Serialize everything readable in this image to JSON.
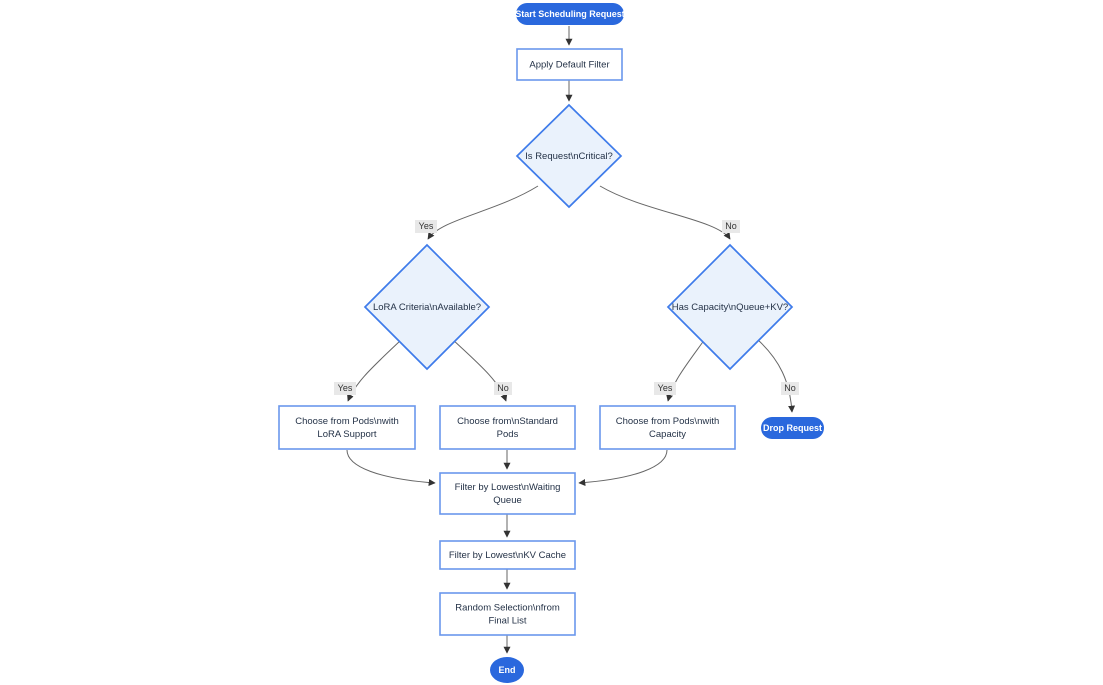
{
  "diagram": {
    "type": "flowchart",
    "direction": "top-down",
    "colors": {
      "background": "#ffffff",
      "pill_fill": "#2a68dd",
      "pill_text": "#ffffff",
      "diamond_fill": "#eaf2fc",
      "diamond_border": "#3e7bea",
      "box_fill": "#ffffff",
      "box_border": "#6a97ec",
      "node_text": "#243247",
      "edge_line": "#666666",
      "arrowhead": "#333333",
      "edge_label_text": "#333333",
      "edge_label_bg": "#e8e8e8"
    },
    "nodes": {
      "start": {
        "type": "pill",
        "label": "Start Scheduling Request",
        "lines": [
          "Start Scheduling Request"
        ]
      },
      "apply_filter": {
        "type": "rect",
        "label": "Apply Default Filter",
        "lines": [
          "Apply Default Filter"
        ]
      },
      "is_critical": {
        "type": "diamond",
        "label": "Is Request\\nCritical?",
        "lines": [
          "Is Request\\nCritical?"
        ]
      },
      "lora_available": {
        "type": "diamond",
        "label": "LoRA Criteria\\nAvailable?",
        "lines": [
          "LoRA Criteria\\nAvailable?"
        ]
      },
      "has_capacity": {
        "type": "diamond",
        "label": "Has Capacity\\nQueue+KV?",
        "lines": [
          "Has Capacity\\nQueue+KV?"
        ]
      },
      "choose_lora": {
        "type": "rect",
        "label": "Choose from Pods\\nwith LoRA Support",
        "lines": [
          "Choose from Pods\\nwith",
          "LoRA Support"
        ]
      },
      "choose_standard": {
        "type": "rect",
        "label": "Choose from\\nStandard Pods",
        "lines": [
          "Choose from\\nStandard",
          "Pods"
        ]
      },
      "choose_capacity": {
        "type": "rect",
        "label": "Choose from Pods\\nwith Capacity",
        "lines": [
          "Choose from Pods\\nwith",
          "Capacity"
        ]
      },
      "drop_request": {
        "type": "pill",
        "label": "Drop Request",
        "lines": [
          "Drop Request"
        ]
      },
      "filter_waiting": {
        "type": "rect",
        "label": "Filter by Lowest\\nWaiting Queue",
        "lines": [
          "Filter by Lowest\\nWaiting",
          "Queue"
        ]
      },
      "filter_kv": {
        "type": "rect",
        "label": "Filter by Lowest\\nKV Cache",
        "lines": [
          "Filter by Lowest\\nKV Cache"
        ]
      },
      "random_selection": {
        "type": "rect",
        "label": "Random Selection\\nfrom Final List",
        "lines": [
          "Random Selection\\nfrom",
          "Final List"
        ]
      },
      "end": {
        "type": "pill",
        "label": "End",
        "lines": [
          "End"
        ]
      }
    },
    "edges": [
      {
        "from": "start",
        "to": "apply_filter",
        "label": ""
      },
      {
        "from": "apply_filter",
        "to": "is_critical",
        "label": ""
      },
      {
        "from": "is_critical",
        "to": "lora_available",
        "label": "Yes"
      },
      {
        "from": "is_critical",
        "to": "has_capacity",
        "label": "No"
      },
      {
        "from": "lora_available",
        "to": "choose_lora",
        "label": "Yes"
      },
      {
        "from": "lora_available",
        "to": "choose_standard",
        "label": "No"
      },
      {
        "from": "has_capacity",
        "to": "choose_capacity",
        "label": "Yes"
      },
      {
        "from": "has_capacity",
        "to": "drop_request",
        "label": "No"
      },
      {
        "from": "choose_lora",
        "to": "filter_waiting",
        "label": ""
      },
      {
        "from": "choose_standard",
        "to": "filter_waiting",
        "label": ""
      },
      {
        "from": "choose_capacity",
        "to": "filter_waiting",
        "label": ""
      },
      {
        "from": "filter_waiting",
        "to": "filter_kv",
        "label": ""
      },
      {
        "from": "filter_kv",
        "to": "random_selection",
        "label": ""
      },
      {
        "from": "random_selection",
        "to": "end",
        "label": ""
      }
    ]
  }
}
